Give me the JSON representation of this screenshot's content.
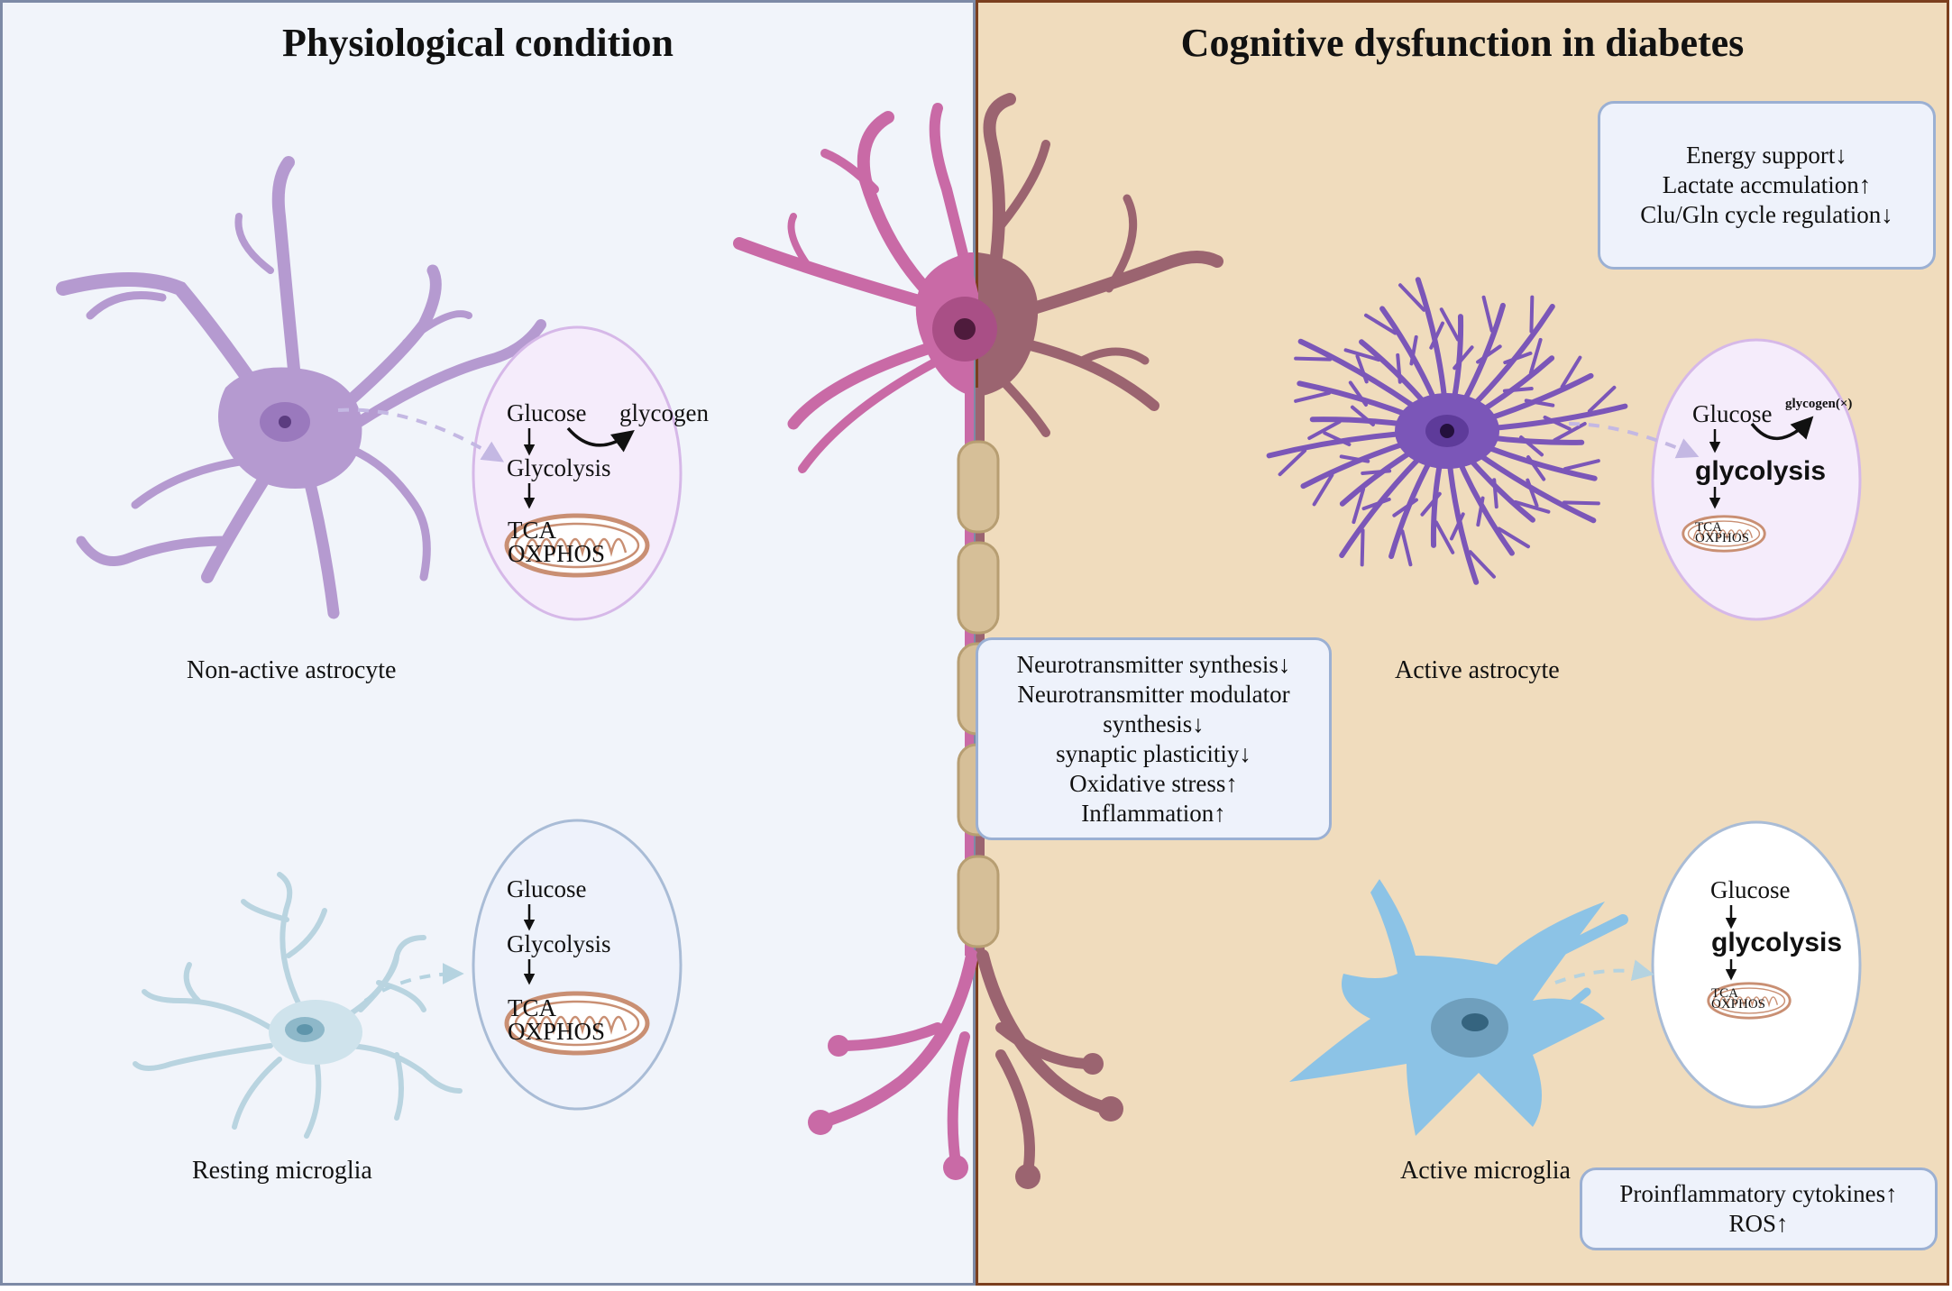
{
  "titles": {
    "left": "Physiological condition",
    "right": "Cognitive dysfunction in diabetes"
  },
  "labels": {
    "non_active_astrocyte": "Non-active astrocyte",
    "resting_microglia": "Resting microglia",
    "active_astrocyte": "Active astrocyte",
    "active_microglia": "Active microglia"
  },
  "metabolism_terms": {
    "glucose": "Glucose",
    "glycogen": "glycogen",
    "glycolysis_cap": "Glycolysis",
    "glycolysis_bold": "glycolysis",
    "tca": "TCA",
    "oxphos": "OXPHOS",
    "glycogen_blocked": "glycogen(×)"
  },
  "boxes": {
    "astrocyte_effects": [
      "Energy support↓",
      "Lactate  accmulation↑",
      "Clu/Gln cycle regulation↓"
    ],
    "neuron_effects": [
      "Neurotransmitter synthesis↓",
      "Neurotransmitter modulator",
      "synthesis↓",
      "synaptic plasticitiy↓",
      "Oxidative stress↑",
      "Inflammation↑"
    ],
    "microglia_effects": [
      "Proinflammatory cytokines↑",
      "ROS↑"
    ]
  },
  "colors": {
    "left_background": "#f1f4fa",
    "right_background": "#f0dcbd",
    "neuron_pink": "#c96aa6",
    "neuron_brown": "#9b6470",
    "astrocyte_light": "#b59ad0",
    "astrocyte_active": "#7b56b8",
    "microglia_resting": "#cfe3ec",
    "microglia_active": "#8cc3e6",
    "mitochondria": "#c98f73"
  }
}
